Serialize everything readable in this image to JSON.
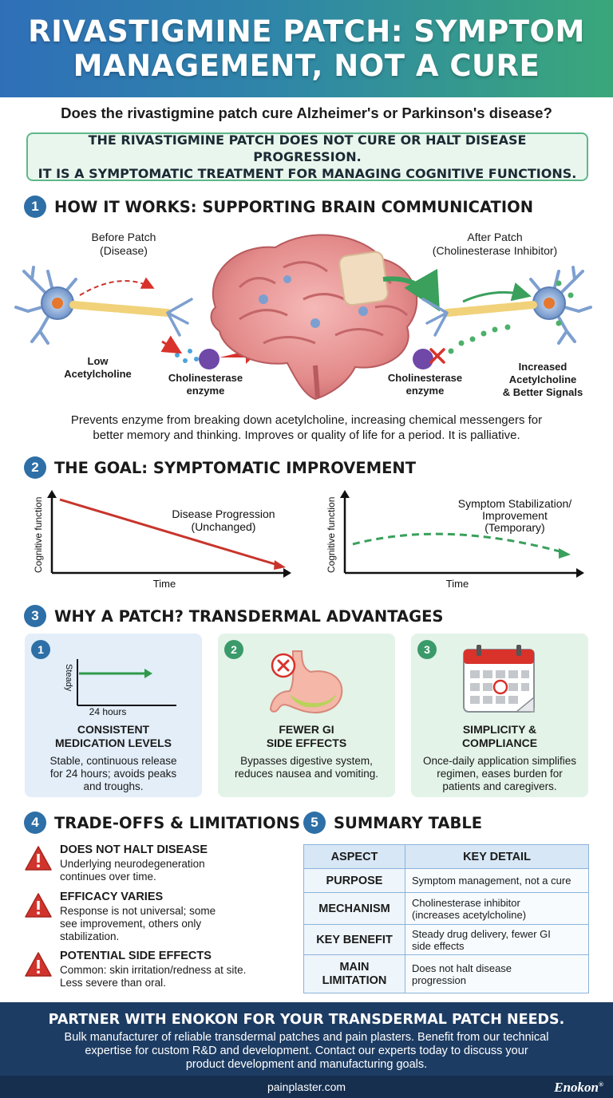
{
  "header": {
    "title_line1": "RIVASTIGMINE PATCH: SYMPTOM",
    "title_line2": "MANAGEMENT, NOT A CURE"
  },
  "question": "Does the rivastigmine patch cure Alzheimer's or Parkinson's disease?",
  "callout": {
    "line1": "THE RIVASTIGMINE PATCH DOES NOT CURE OR HALT DISEASE PROGRESSION.",
    "line2": "IT IS A SYMPTOMATIC TREATMENT FOR MANAGING COGNITIVE FUNCTIONS."
  },
  "section1": {
    "number": "1",
    "title": "HOW IT WORKS: SUPPORTING BRAIN COMMUNICATION",
    "before_line1": "Before Patch",
    "before_line2": "(Disease)",
    "after_line1": "After Patch",
    "after_line2": "(Cholinesterase Inhibitor)",
    "low_line1": "Low",
    "low_line2": "Acetylcholine",
    "enzyme_left_line1": "Cholinesterase",
    "enzyme_left_line2": "enzyme",
    "enzyme_right_line1": "Cholinesterase",
    "enzyme_right_line2": "enzyme",
    "increased_line1": "Increased",
    "increased_line2": "Acetylcholine",
    "increased_line3": "& Better Signals",
    "desc_line1": "Prevents enzyme from breaking down acetylcholine, increasing chemical messengers for",
    "desc_line2": "better memory and thinking. Improves or quality of life for a period. It is palliative."
  },
  "section2": {
    "number": "2",
    "title": "THE GOAL: SYMPTOMATIC IMPROVEMENT",
    "left_chart": {
      "ylabel": "Cognitive function",
      "xlabel": "Time",
      "label_line1": "Disease Progression",
      "label_line2": "(Unchanged)"
    },
    "right_chart": {
      "ylabel": "Cognitive function",
      "xlabel": "Time",
      "label_line1": "Symptom Stabilization/",
      "label_line2": "Improvement",
      "label_line3": "(Temporary)"
    }
  },
  "section3": {
    "number": "3",
    "title": "WHY A PATCH? TRANSDERMAL ADVANTAGES",
    "cards": [
      {
        "num": "1",
        "title_line1": "CONSISTENT",
        "title_line2": "MEDICATION LEVELS",
        "text_line1": "Stable, continuous release",
        "text_line2": "for 24 hours; avoids peaks",
        "text_line3": "and troughs.",
        "mini_ylabel": "Steady",
        "mini_xlabel": "24 hours",
        "bg": "#e3eef9",
        "num_color": "#2d6fa6"
      },
      {
        "num": "2",
        "title_line1": "FEWER GI",
        "title_line2": "SIDE EFFECTS",
        "text_line1": "Bypasses digestive system,",
        "text_line2": "reduces nausea and vomiting.",
        "text_line3": "",
        "bg": "#e3f3e8",
        "num_color": "#3a9a6a"
      },
      {
        "num": "3",
        "title_line1": "SIMPLICITY &",
        "title_line2": "COMPLIANCE",
        "text_line1": "Once-daily application simplifies",
        "text_line2": "regimen, eases burden for",
        "text_line3": "patients and caregivers.",
        "bg": "#e3f3e8",
        "num_color": "#3a9a6a"
      }
    ]
  },
  "section4": {
    "number": "4",
    "title": "TRADE-OFFS & LIMITATIONS",
    "items": [
      {
        "title": "DOES NOT HALT DISEASE",
        "line1": "Underlying neurodegeneration",
        "line2": "continues over time.",
        "line3": ""
      },
      {
        "title": "EFFICACY VARIES",
        "line1": "Response is not universal; some",
        "line2": "see improvement, others only",
        "line3": "stabilization."
      },
      {
        "title": "POTENTIAL SIDE EFFECTS",
        "line1": "Common: skin irritation/redness at site.",
        "line2": "Less severe than oral.",
        "line3": ""
      }
    ]
  },
  "section5": {
    "number": "5",
    "title": "SUMMARY TABLE",
    "headers": [
      "ASPECT",
      "KEY DETAIL"
    ],
    "rows": [
      {
        "aspect_line1": "PURPOSE",
        "aspect_line2": "",
        "detail_line1": "Symptom management, not a cure",
        "detail_line2": ""
      },
      {
        "aspect_line1": "MECHANISM",
        "aspect_line2": "",
        "detail_line1": "Cholinesterase inhibitor",
        "detail_line2": "(increases acetylcholine)"
      },
      {
        "aspect_line1": "KEY BENEFIT",
        "aspect_line2": "",
        "detail_line1": "Steady drug delivery, fewer GI",
        "detail_line2": "side effects"
      },
      {
        "aspect_line1": "MAIN",
        "aspect_line2": "LIMITATION",
        "detail_line1": "Does not halt disease",
        "detail_line2": "progression"
      }
    ]
  },
  "footer": {
    "title": "PARTNER WITH ENOKON FOR YOUR TRANSDERMAL PATCH NEEDS.",
    "line1": "Bulk manufacturer of reliable transdermal patches and pain plasters. Benefit from our technical",
    "line2": "expertise for custom R&D and development. Contact our experts today to discuss your",
    "line3": "product development and manufacturing goals.",
    "url": "painplaster.com",
    "brand": "Enokon"
  },
  "colors": {
    "primary_blue": "#2d6fa6",
    "green": "#3aa77a",
    "red": "#c0392b",
    "footer": "#1d3c63"
  }
}
